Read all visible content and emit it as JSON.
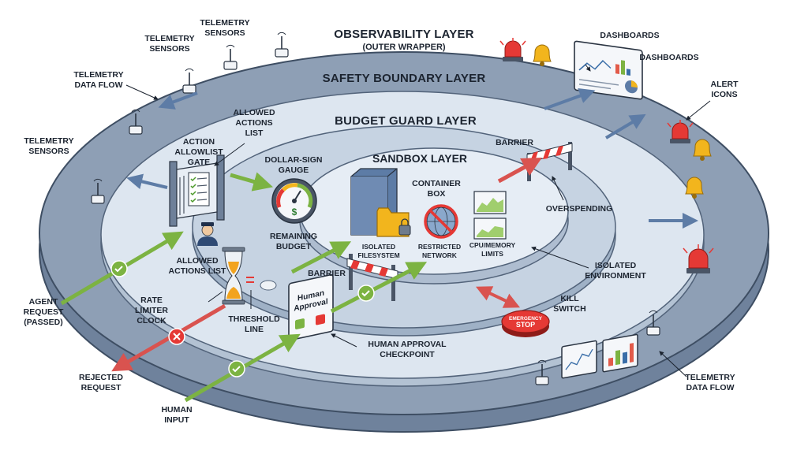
{
  "layers": {
    "observability_title": "OBSERVABILITY LAYER",
    "observability_sub": "(OUTER WRAPPER)",
    "safety": "SAFETY BOUNDARY LAYER",
    "budget": "BUDGET GUARD LAYER",
    "sandbox": "SANDBOX LAYER"
  },
  "labels": {
    "telemetry_sensors_1": [
      "TELEMETRY",
      "SENSORS"
    ],
    "telemetry_sensors_2": [
      "TELEMETRY",
      "SENSORS"
    ],
    "telemetry_sensors_3": [
      "TELEMETRY",
      "SENSORS"
    ],
    "telemetry_data_flow_left": [
      "TELEMETRY",
      "DATA FLOW"
    ],
    "telemetry_data_flow_right": [
      "TELEMETRY",
      "DATA FLOW"
    ],
    "dashboards_1": "DASHBOARDS",
    "dashboards_2": "DASHBOARDS",
    "alert_icons": [
      "ALERT",
      "ICONS"
    ],
    "allowed_actions_list_top": [
      "ALLOWED",
      "ACTIONS",
      "LIST"
    ],
    "action_allowlist_gate": [
      "ACTION",
      "ALLOWLIST",
      "GATE"
    ],
    "dollar_sign_gauge": [
      "DOLLAR-SIGN",
      "GAUGE"
    ],
    "remaining_budget": [
      "REMAINING",
      "BUDGET"
    ],
    "allowed_actions_list_bottom": [
      "ALLOWED",
      "ACTIONS LIST"
    ],
    "container_box": [
      "CONTAINER",
      "BOX"
    ],
    "isolated_filesystem": [
      "ISOLATED",
      "FILESYSTEM"
    ],
    "restricted_network": [
      "RESTRICTED",
      "NETWORK"
    ],
    "cpu_memory_limits": [
      "CPU/MEMORY",
      "LIMITS"
    ],
    "barrier_top": "BARRIER",
    "overspending": "OVERSPENDING",
    "isolated_environment": [
      "ISOLATED",
      "ENVIRONMENT"
    ],
    "barrier_bottom": "BARRIER",
    "kill_switch": [
      "KILL",
      "SWITCH"
    ],
    "emergency_stop": [
      "EMERGENCY",
      "STOP"
    ],
    "agent_request": [
      "AGENT",
      "REQUEST",
      "(PASSED)"
    ],
    "rate_limiter_clock": [
      "RATE",
      "LIMITER",
      "CLOCK"
    ],
    "threshold_line": [
      "THRESHOLD",
      "LINE"
    ],
    "human_approval_card": [
      "Human",
      "Approval"
    ],
    "human_approval_checkpoint": [
      "HUMAN APPROVAL",
      "CHECKPOINT"
    ],
    "rejected_request": [
      "REJECTED",
      "REQUEST"
    ],
    "human_input": [
      "HUMAN",
      "INPUT"
    ]
  },
  "colors": {
    "outer_ring": "#8e9fb5",
    "ring_edge": "#52637a",
    "safety_ring": "#dde6f0",
    "budget_ring": "#c6d3e2",
    "sandbox_disc": "#e6edf5",
    "green_arrow": "#7cb342",
    "red_arrow": "#d9534f",
    "blue_arrow": "#5d7ca6",
    "alert_red": "#e53935",
    "alert_yellow": "#f2b51d"
  }
}
